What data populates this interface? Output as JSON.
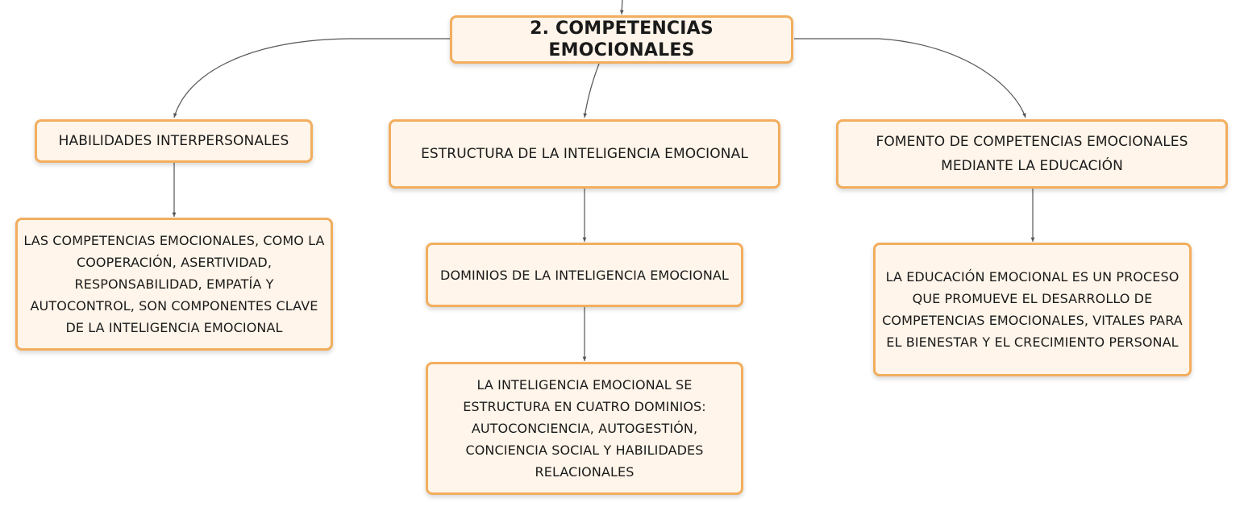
{
  "diagram": {
    "root": {
      "label": "2. COMPETENCIAS EMOCIONALES"
    },
    "branches": [
      {
        "label": "HABILIDADES INTERPERSONALES",
        "children": [
          "LAS COMPETENCIAS EMOCIONALES, COMO LA COOPERACIÓN, ASERTIVIDAD, RESPONSABILIDAD, EMPATÍA Y AUTOCONTROL, SON COMPONENTES CLAVE DE LA INTELIGENCIA EMOCIONAL"
        ]
      },
      {
        "label": "ESTRUCTURA DE LA INTELIGENCIA EMOCIONAL",
        "children": [
          "DOMINIOS DE LA INTELIGENCIA EMOCIONAL",
          "LA INTELIGENCIA EMOCIONAL SE ESTRUCTURA EN CUATRO DOMINIOS: AUTOCONCIENCIA, AUTOGESTIÓN, CONCIENCIA SOCIAL Y HABILIDADES RELACIONALES"
        ]
      },
      {
        "label": "FOMENTO DE COMPETENCIAS EMOCIONALES MEDIANTE LA EDUCACIÓN",
        "children": [
          "LA EDUCACIÓN EMOCIONAL ES UN PROCESO QUE PROMUEVE EL DESARROLLO DE COMPETENCIAS EMOCIONALES, VITALES PARA EL BIENESTAR Y EL CRECIMIENTO PERSONAL"
        ]
      }
    ]
  },
  "colors": {
    "node_fill": "#fff5ea",
    "node_border": "#f2ae5e",
    "connector": "#555555"
  }
}
